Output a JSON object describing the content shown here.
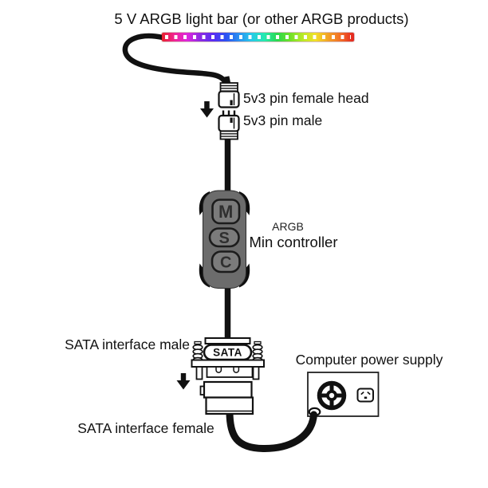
{
  "title": "5 V ARGB light bar (or other ARGB products)",
  "light_bar": {
    "colors": [
      "#e8222b",
      "#f02495",
      "#dc26dd",
      "#8c2ae2",
      "#5a2cf2",
      "#2d51f2",
      "#2c8ff0",
      "#27c9e9",
      "#27e9b0",
      "#2ad84f",
      "#6fe027",
      "#b9e927",
      "#f2df27",
      "#f2a127",
      "#f26b27",
      "#e3231f"
    ],
    "led_dot_color": "#ffffff"
  },
  "connectors": {
    "female_head_label": "5v3 pin female head",
    "male_label": "5v3 pin male",
    "sata_male_label": "SATA interface male",
    "sata_female_label": "SATA interface female",
    "sata_text": "SATA"
  },
  "controller": {
    "brand": "ARGB",
    "name": "Min controller",
    "buttons": [
      "M",
      "S",
      "C"
    ],
    "body_color": "#6c6c6c",
    "button_color": "#7b7b7b"
  },
  "power_supply": {
    "label": "Computer power supply"
  },
  "icons": {
    "down-arrow-icon": "filled down arrow ▼",
    "fan-icon": "round fan grill with 4 spokes",
    "power-socket-icon": "AC power inlet with two slits and pin"
  },
  "cable_color": "#111111"
}
